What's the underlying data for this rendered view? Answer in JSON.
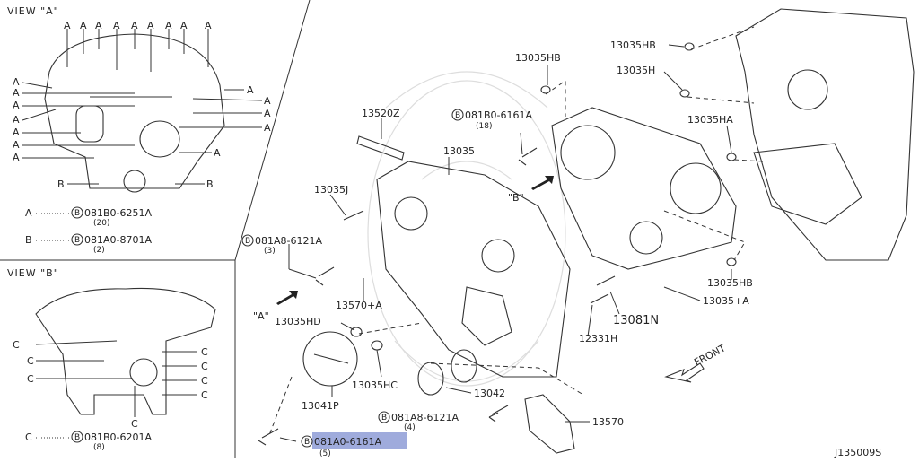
{
  "view_a": {
    "title": "VIEW \"A\"",
    "letter": "A",
    "letter_b": "B",
    "legend": [
      {
        "key": "A",
        "code": "081B0-6251A",
        "qty": "(20)"
      },
      {
        "key": "B",
        "code": "081A0-8701A",
        "qty": "(2)"
      }
    ]
  },
  "view_b": {
    "title": "VIEW \"B\"",
    "letter": "C",
    "legend": [
      {
        "key": "C",
        "code": "081B0-6201A",
        "qty": "(8)"
      }
    ]
  },
  "bolt_prefix": "B",
  "callouts": {
    "p13520Z": "13520Z",
    "p13035": "13035",
    "p13035J": "13035J",
    "p081A8_6121A_top": "081A8-6121A",
    "p081A8_6121A_top_qty": "(3)",
    "p13570A": "13570+A",
    "view_a_arrow": "\"A\"",
    "p13035HD": "13035HD",
    "p13035HC": "13035HC",
    "p13041P": "13041P",
    "p081A0_6161A": "081A0-6161A",
    "p081A0_6161A_qty": "(5)",
    "p081B0_6161A": "081B0-6161A",
    "p081B0_6161A_qty": "(18)",
    "p13035HB_top": "13035HB",
    "view_b_arrow": "\"B\"",
    "p13035HB_right": "13035HB",
    "p13035H": "13035H",
    "p13035HA": "13035HA",
    "p13035HB_lower": "13035HB",
    "p13035_A": "13035+A",
    "p13081N": "13081N",
    "p12331H": "12331H",
    "p13042": "13042",
    "p081A8_6121A_bottom": "081A8-6121A",
    "p081A8_6121A_bottom_qty": "(4)",
    "p13570": "13570",
    "front": "FRONT",
    "diagram_id": "J135009S"
  },
  "colors": {
    "highlight": "#7f8fd0",
    "line": "#333333"
  }
}
